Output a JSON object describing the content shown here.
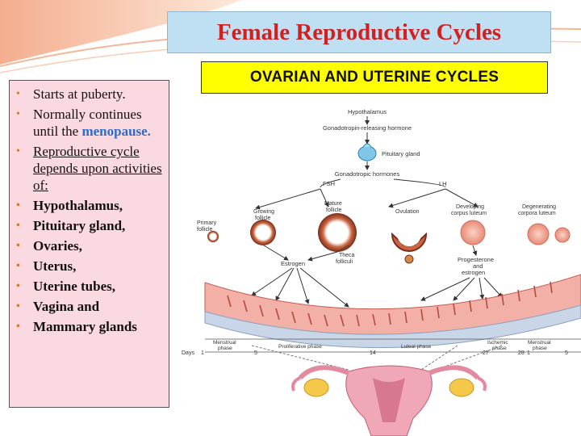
{
  "slide": {
    "title": "Female Reproductive Cycles",
    "subtitle": "OVARIAN AND UTERINE CYCLES"
  },
  "bullets": [
    {
      "text": "Starts at puberty."
    },
    {
      "text": "Normally continues until the ",
      "highlight": "menopause."
    },
    {
      "text": "Reproductive cycle depends upon activities of:"
    },
    {
      "text": "Hypothalamus,"
    },
    {
      "text": "Pituitary gland,"
    },
    {
      "text": "Ovaries,"
    },
    {
      "text": "Uterus,"
    },
    {
      "text": "Uterine tubes,"
    },
    {
      "text": "Vagina and"
    },
    {
      "text": "Mammary glands"
    }
  ],
  "diagram": {
    "hypothalamus": "Hypothalamus",
    "gnrh": "Gonadotropin-releasing hormone",
    "pituitary": "Pituitary gland",
    "gonadotropic": "Gonadotropic hormones",
    "fsh": "FSH",
    "lh": "LH",
    "primary_follicle_1": "Primary",
    "primary_follicle_2": "follicle",
    "growing_follicle_1": "Growing",
    "growing_follicle_2": "follicle",
    "mature_follicle_1": "Mature",
    "mature_follicle_2": "follicle",
    "ovulation": "Ovulation",
    "developing_cl_1": "Developing",
    "developing_cl_2": "corpus luteum",
    "degenerating_cl_1": "Degenerating",
    "degenerating_cl_2": "corpora luteum",
    "estrogen": "Estrogen",
    "theca_1": "Theca",
    "theca_2": "folliculi",
    "progesterone_1": "Progesterone",
    "progesterone_2": "and",
    "progesterone_3": "estrogen",
    "menstrual_phase_1a": "Menstrual",
    "menstrual_phase_1b": "phase",
    "proliferative_phase": "Proliferative phase",
    "luteal_phase": "Luteal phase",
    "ischemic_phase_a": "Ischemic",
    "ischemic_phase_b": "phase",
    "menstrual_phase_2a": "Menstrual",
    "menstrual_phase_2b": "phase",
    "days_label": "Days",
    "day_1": "1",
    "day_5": "5",
    "day_14": "14",
    "day_27": "27",
    "day_28": "28",
    "day_1b": "1",
    "day_5b": "5"
  },
  "colors": {
    "title_red": "#d41f1f",
    "title_bg": "#bfe0f2",
    "subtitle_bg": "#ffff00",
    "panel_bg": "#fbd9e0",
    "bullet_orange": "#e37a1c",
    "blue_text": "#1c3d9e"
  }
}
